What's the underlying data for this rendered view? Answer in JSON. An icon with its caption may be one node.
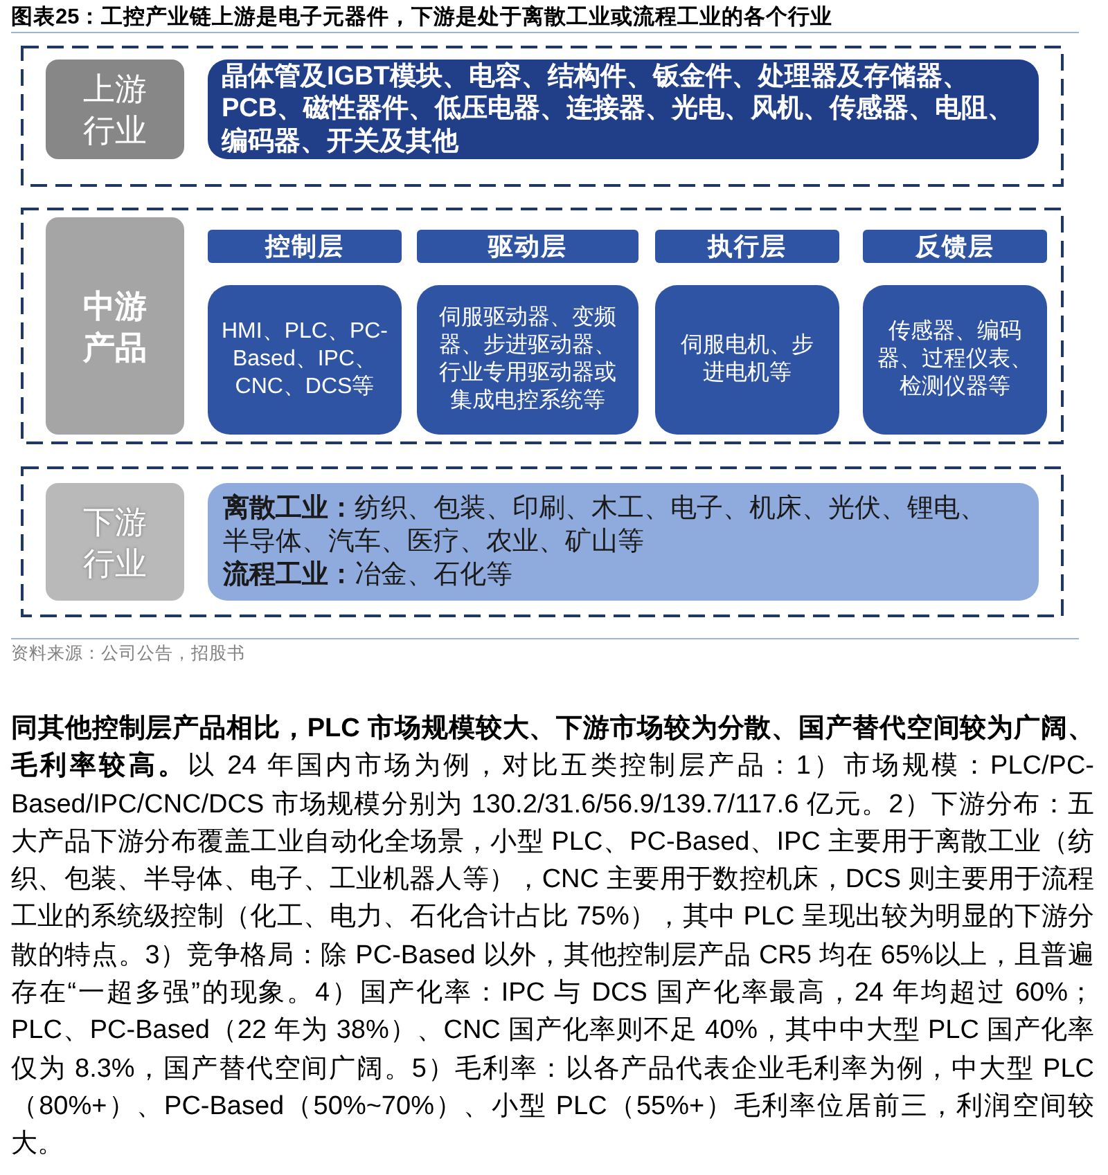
{
  "diagram": {
    "title": "图表25：工控产业链上游是电子元器件，下游是处于离散工业或流程工业的各个行业",
    "nodes": [
      {
        "text": [],
        "shape": "box"
      },
      {
        "text": [
          "上游行业"
        ],
        "in": 0
      },
      {
        "text": [
          "晶体管及IGBT模块、电容、结构件、钣金件、处理器及存储器、PCB、磁性器件、低压电器、连接器、光电、风机、传感器、电阻、编码器、开关及其他"
        ],
        "in": 0
      },
      {
        "text": [],
        "shape": "box"
      },
      {
        "text": [
          "中游产品"
        ],
        "in": 3
      },
      {
        "text": [
          "控制层"
        ],
        "in": 3
      },
      {
        "text": [
          "驱动层"
        ],
        "in": 3
      },
      {
        "text": [
          "执行层"
        ],
        "in": 3
      },
      {
        "text": [
          "反馈层"
        ],
        "in": 3
      },
      {
        "text": [
          "HMI、PLC、PC-Based、IPC、CNC、DCS等"
        ],
        "in": 3
      },
      {
        "text": [
          "伺服驱动器、变频器、步进驱动器、行业专用驱动器或集成电控系统等"
        ],
        "in": 3
      },
      {
        "text": [
          "伺服电机、步进电机等"
        ],
        "in": 3
      },
      {
        "text": [
          "传感器、编码器、过程仪表、检测仪器等"
        ],
        "in": 3
      },
      {
        "text": [],
        "shape": "box"
      },
      {
        "text": [
          "下游行业"
        ],
        "in": 13
      },
      {
        "text": [
          "**离散工业：**纺织、包装、印刷、木工、电子、机床、光伏、锂电、半导体、汽车、医疗、农业、矿山等",
          "**流程工业：**冶金、石化等"
        ],
        "in": 13
      }
    ],
    "labels": [
      "资料来源：公司公告，招股书",
      "**同其他控制层产品相比，PLC 市场规模较大、下游市场较为分散、国产替代空间较为广阔、毛利率较高。**以 24 年国内市场为例，对比五类控制层产品：1）市场规模：PLC/PC-Based/IPC/CNC/DCS 市场规模分别为 130.2/31.6/56.9/139.7/117.6 亿元。2）下游分布：五大产品下游分布覆盖工业自动化全场景，小型 PLC、PC-Based、IPC 主要用于离散工业（纺织、包装、半导体、电子、工业机器人等），CNC 主要用于数控机床，DCS 则主要用于流程工业的系统级控制（化工、电力、石化合计占比 75%），其中 PLC 呈现出较为明显的下游分散的特点。3）竞争格局：除 PC-Based 以外，其他控制层产品 CR5 均在 65%以上，且普遍存在“一超多强”的现象。4）国产化率：IPC 与 DCS 国产化率最高，24 年均超过 60%；PLC、PC-Based（22 年为 38%）、CNC 国产化率则不足 40%，其中中大型 PLC 国产化率仅为 8.3%，国产替代空间广阔。5）毛利率：以各产品代表企业毛利率为例，中大型 PLC（80%+）、PC-Based（50%~70%）、小型 PLC（55%+）毛利率位居前三，利润空间较大。"
    ]
  }
}
